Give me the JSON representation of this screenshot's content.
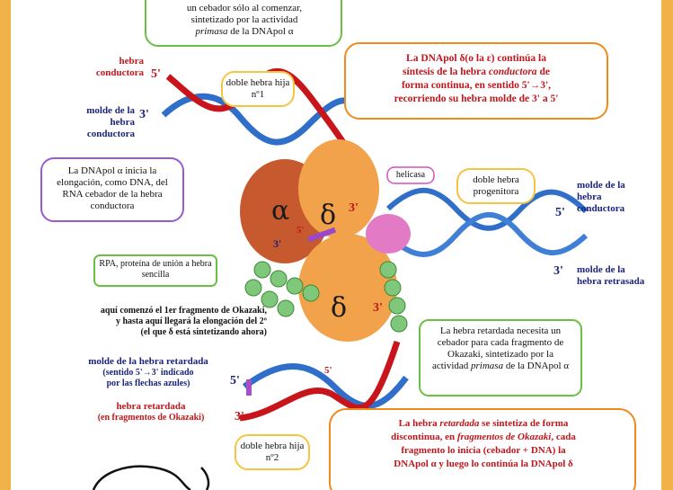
{
  "callouts": {
    "primer_top_part1": "un cebador sólo al comenzar,",
    "primer_top_part2": "sintetizado por la actividad",
    "primer_top_emph": "primasa",
    "primer_top_part3": " de la DNApol α",
    "leading_strand_synthesis_1": "La DNApol δ(o la ε) continúa la",
    "leading_strand_synthesis_2a": "síntesis de la hebra ",
    "leading_strand_synthesis_2emph": "conductora",
    "leading_strand_synthesis_2b": " de",
    "leading_strand_synthesis_3": "forma continua, en sentido 5'→3',",
    "leading_strand_synthesis_4": "recorriendo su hebra molde de 3' a 5'",
    "alpha_initiates": "La DNApol α inicia la elongación, como DNA, del RNA cebador de la hebra conductora",
    "helicase": "helicasa",
    "rpa": "RPA, proteína de unión a hebra sencilla",
    "lagging_needs_primer_1": "La hebra retardada necesita un",
    "lagging_needs_primer_2": "cebador para cada fragmento de",
    "lagging_needs_primer_3": "Okazaki, sintetizado por la",
    "lagging_needs_primer_4a": "actividad ",
    "lagging_needs_primer_4emph": "primasa",
    "lagging_needs_primer_4b": " de la DNApol α",
    "lagging_synthesis_1a": "La hebra ",
    "lagging_synthesis_1emph": "retardada",
    "lagging_synthesis_1b": " se sintetiza de forma",
    "lagging_synthesis_2a": "discontinua, en ",
    "lagging_synthesis_2emph": "fragmentos de Okazaki",
    "lagging_synthesis_2b": ", cada",
    "lagging_synthesis_3": "fragmento lo inicia (cebador + DNA) la",
    "lagging_synthesis_4": "DNApol α y luego lo continúa la DNApol δ"
  },
  "labels": {
    "double_strand_1": "doble hebra hija nº1",
    "double_strand_2": "doble hebra hija nº2",
    "parental_double_strand": "doble hebra progenitora",
    "leading_strand": "hebra conductora",
    "leading_template": "molde de la hebra conductora",
    "leading_template_right": "molde de la hebra conductora",
    "lagging_template_right": "molde de la hebra retrasada",
    "okazaki_note_1": "aquí comenzó el 1er fragmento de Okazaki,",
    "okazaki_note_2": "y hasta aquí llegará la elongación del 2º",
    "okazaki_note_3": "(el que δ está sintetizando ahora)",
    "lagging_template_1": "molde de la hebra retardada",
    "lagging_template_2": "(sentido 5'→3' indicado",
    "lagging_template_3": "por las flechas azules)",
    "lagging_strand_1": "hebra retardada",
    "lagging_strand_2": "(en fragmentos de Okazaki)"
  },
  "ends": {
    "five_prime": "5'",
    "three_prime": "3'"
  },
  "enzymes": {
    "alpha": "α",
    "delta": "δ"
  },
  "colors": {
    "frame": "#f2b24a",
    "red_text": "#c0161c",
    "navy_text": "#1a237e",
    "blue_strand": "#2f6fc9",
    "red_strand": "#c8151b",
    "alpha_enzyme": "#c65a2e",
    "delta_enzyme": "#f2a24b",
    "helicase": "#e27ac6",
    "rpa": "#7fc77a",
    "box_yellow": "#f6c343",
    "box_green": "#6abf45",
    "box_purple": "#9b59d0",
    "box_orange": "#f08a1c"
  }
}
